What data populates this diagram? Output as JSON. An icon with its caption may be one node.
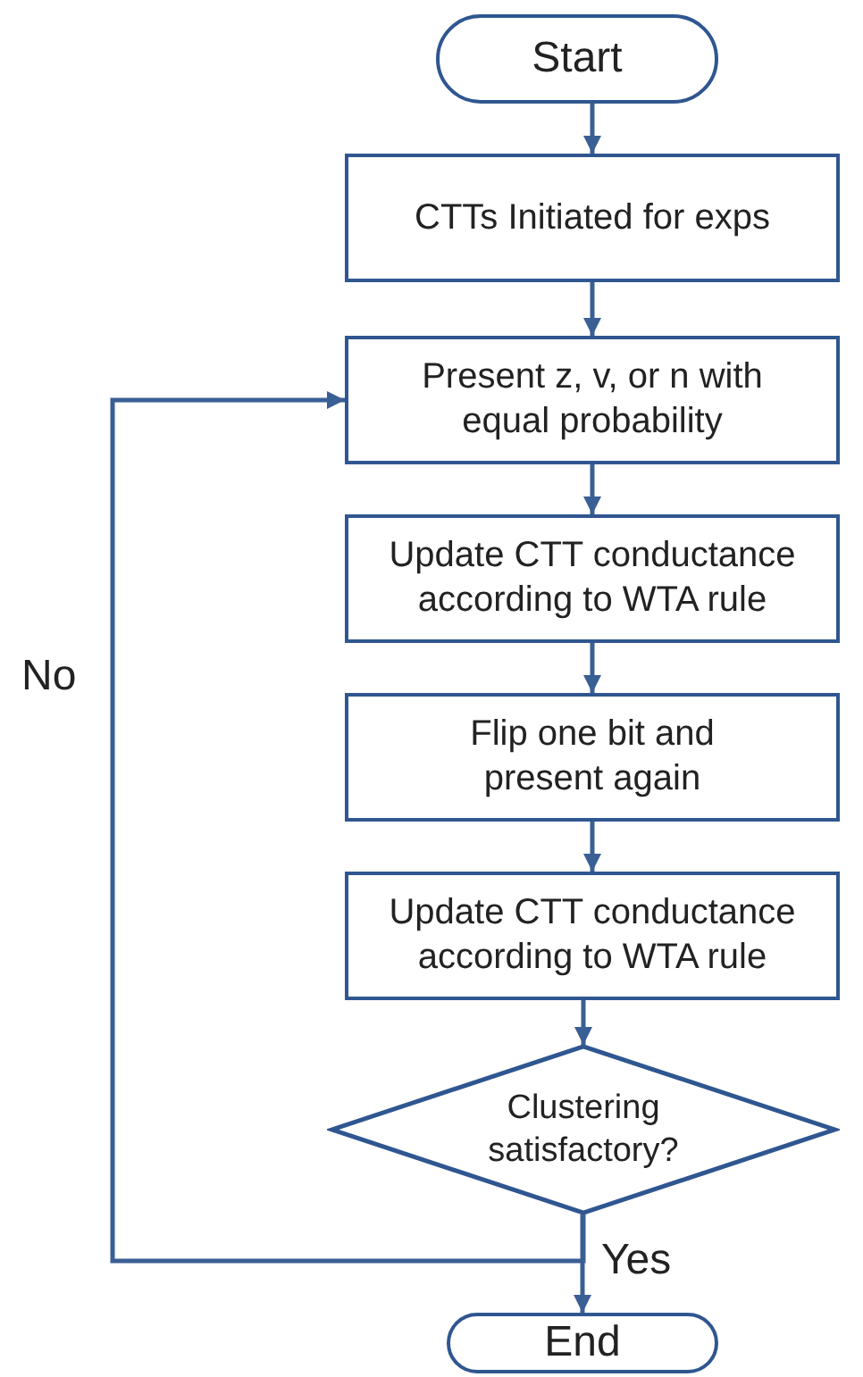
{
  "diagram": {
    "nodes": [
      {
        "text": [
          "Start"
        ]
      },
      {
        "text": [
          "CTTs Initiated for exps"
        ]
      },
      {
        "text": [
          "Present z, v, or n with equal probability"
        ]
      },
      {
        "text": [
          "Update CTT conductance according to WTA rule"
        ]
      },
      {
        "text": [
          "Flip one bit and present again"
        ]
      },
      {
        "text": [
          "Update CTT conductance according to WTA rule"
        ]
      },
      {
        "text": [
          "Clustering satisfactory?"
        ]
      },
      {
        "text": [
          "End"
        ]
      }
    ],
    "edges": [
      {
        "from": 0,
        "to": 1,
        "arrow": "to"
      },
      {
        "from": 1,
        "to": 2,
        "arrow": "to"
      },
      {
        "from": 2,
        "to": 3,
        "arrow": "to"
      },
      {
        "from": 3,
        "to": 4,
        "arrow": "to"
      },
      {
        "from": 4,
        "to": 5,
        "arrow": "to"
      },
      {
        "from": 5,
        "to": 6,
        "arrow": "to"
      },
      {
        "from": 6,
        "to": 7,
        "arrow": "to",
        "label": "Yes"
      },
      {
        "from": 6,
        "to": 2,
        "arrow": "to",
        "label": "No"
      }
    ]
  }
}
